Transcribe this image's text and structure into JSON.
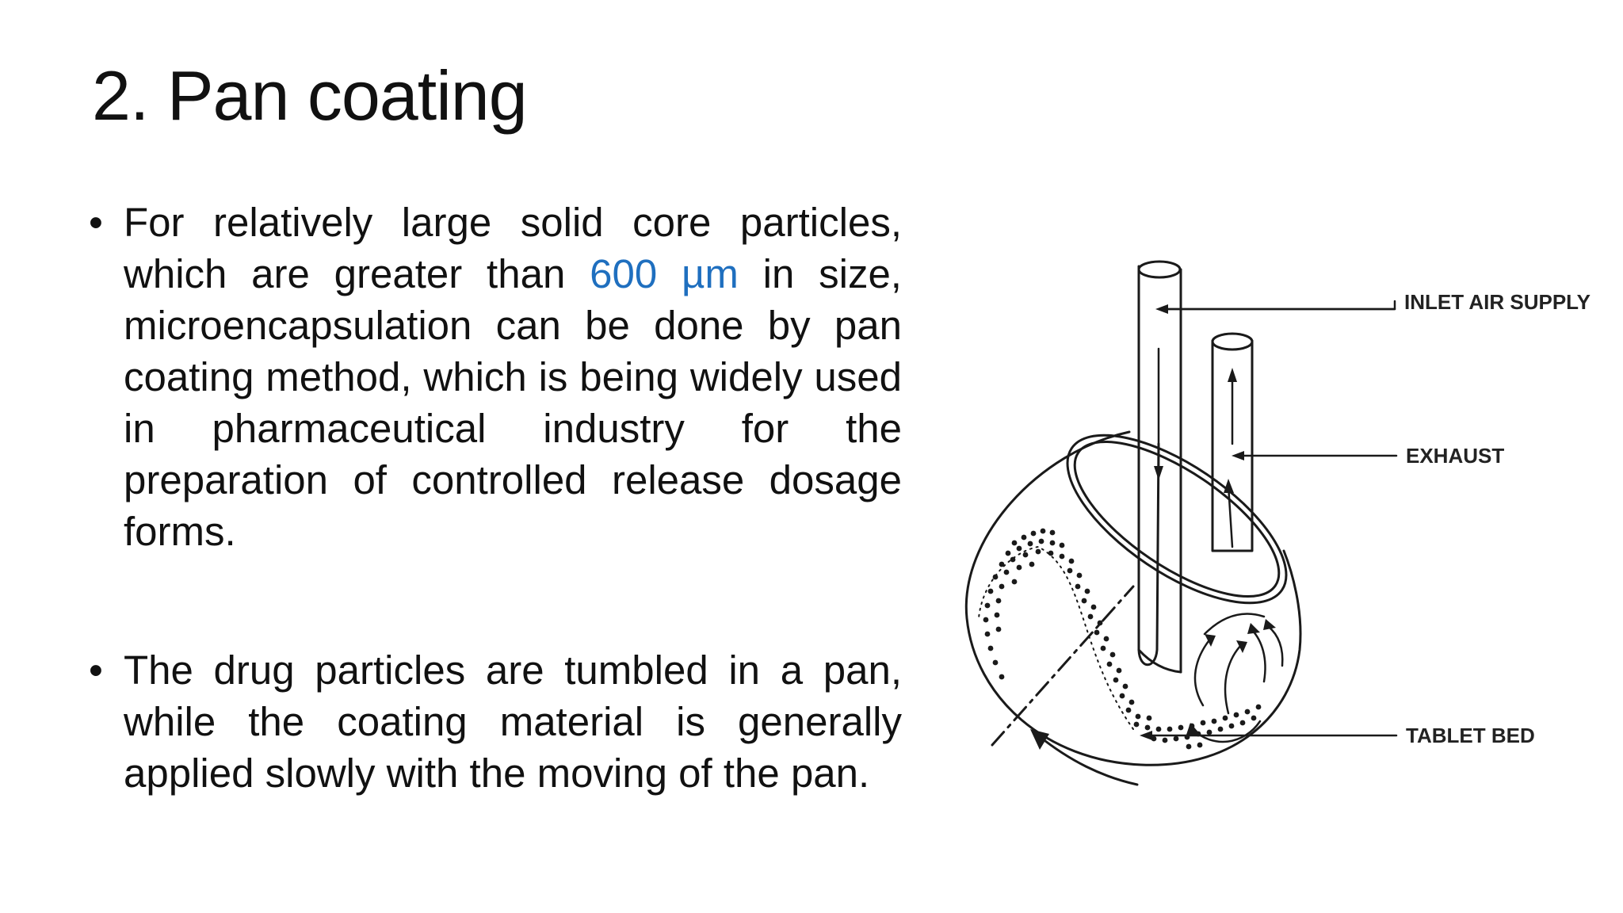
{
  "slide": {
    "title": "2. Pan coating",
    "bullets": [
      {
        "pre": "For relatively large solid core particles, which are greater than ",
        "highlight": "600 µm",
        "post": " in size, microencapsulation can be done by pan coating method, which is being widely used in pharmaceutical industry for the preparation of controlled release dosage forms."
      },
      {
        "pre": "The drug particles are tumbled in a pan, while the coating material is generally applied slowly with the moving of the pan.",
        "highlight": "",
        "post": ""
      }
    ],
    "bullet_symbol": "•",
    "highlight_color": "#1f6fbf"
  },
  "diagram": {
    "labels": {
      "inlet": "INLET AIR SUPPLY",
      "exhaust": "EXHAUST",
      "tablet_bed": "TABLET BED"
    }
  }
}
